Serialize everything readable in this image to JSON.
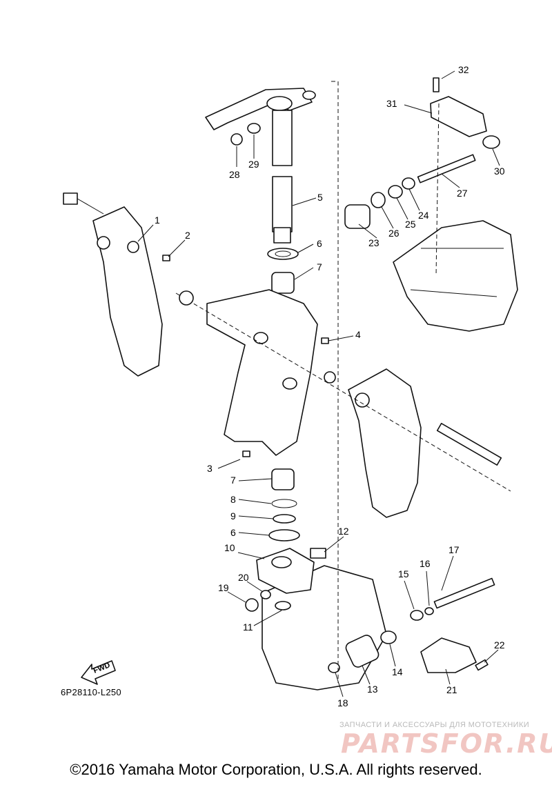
{
  "diagram": {
    "part_numbers": [
      "1",
      "2",
      "3",
      "4",
      "5",
      "6",
      "6",
      "7",
      "7",
      "8",
      "9",
      "10",
      "11",
      "12",
      "13",
      "14",
      "15",
      "16",
      "17",
      "18",
      "19",
      "20",
      "21",
      "22",
      "23",
      "24",
      "25",
      "26",
      "27",
      "28",
      "29",
      "30",
      "31",
      "32"
    ],
    "fwd_label": "FWD",
    "diagram_code": "6P28110-L250"
  },
  "footer": {
    "copyright": "©2016 Yamaha Motor Corporation, U.S.A. All rights reserved."
  },
  "watermark": {
    "tagline": "ЗАПЧАСТИ И АКСЕССУАРЫ ДЛЯ МОТОТЕХНИКИ",
    "logo": "PARTSFOR.RU"
  }
}
